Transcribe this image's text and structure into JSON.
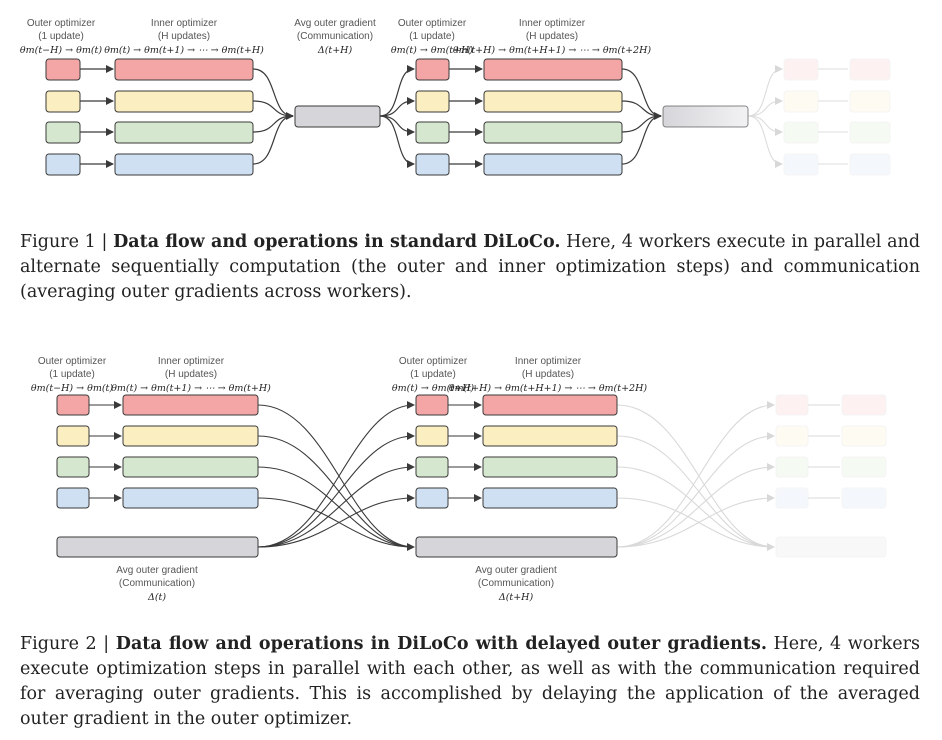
{
  "colors": {
    "red": "#f4a6a6",
    "yellow": "#fbeec0",
    "green": "#d5e8cf",
    "blue": "#cfe0f2",
    "gray": "#d6d6da",
    "stroke": "#3a3a3a"
  },
  "figure1": {
    "outer_label": [
      "Outer optimizer",
      "(1 update)"
    ],
    "outer_math": "θm(t−H) → θm(t)",
    "inner_label": [
      "Inner optimizer",
      "(H updates)"
    ],
    "inner_math": "θm(t) → θm(t+1) → ⋯ → θm(t+H)",
    "avg_label": [
      "Avg outer gradient",
      "(Communication)"
    ],
    "avg_math": "Δ(t+H)",
    "outer2_label": [
      "Outer optimizer",
      "(1 update)"
    ],
    "outer2_math": "θm(t) → θm(t+H)",
    "inner2_label": [
      "Inner optimizer",
      "(H updates)"
    ],
    "inner2_math": "θm(t+H) → θm(t+H+1) → ⋯ → θm(t+2H)",
    "caption_prefix": "Figure 1 | ",
    "caption_bold": "Data flow and operations in standard DiLoCo.",
    "caption_rest": " Here, 4 workers execute in parallel and alternate sequentially computation (the outer and inner optimization steps) and communication (averaging outer gradients across workers)."
  },
  "figure2": {
    "outer_label": [
      "Outer optimizer",
      "(1 update)"
    ],
    "outer_math": "θm(t−H) → θm(t)",
    "inner_label": [
      "Inner optimizer",
      "(H updates)"
    ],
    "inner_math": "θm(t) → θm(t+1) → ⋯ → θm(t+H)",
    "outer2_label": [
      "Outer optimizer",
      "(1 update)"
    ],
    "outer2_math": "θm(t) → θm(t+H)",
    "inner2_label": [
      "Inner optimizer",
      "(H updates)"
    ],
    "inner2_math": "θm(t+H) → θm(t+H+1) → ⋯ → θm(t+2H)",
    "avg1_label": [
      "Avg outer gradient",
      "(Communication)"
    ],
    "avg1_math": "Δ(t)",
    "avg2_label": [
      "Avg outer gradient",
      "(Communication)"
    ],
    "avg2_math": "Δ(t+H)",
    "caption_prefix": "Figure 2 | ",
    "caption_bold": "Data flow and operations in DiLoCo with delayed outer gradients.",
    "caption_rest": " Here, 4 workers execute optimization steps in parallel with each other, as well as with the communication required for averaging outer gradients. This is accomplished by delaying the application of the averaged outer gradient in the outer optimizer."
  }
}
